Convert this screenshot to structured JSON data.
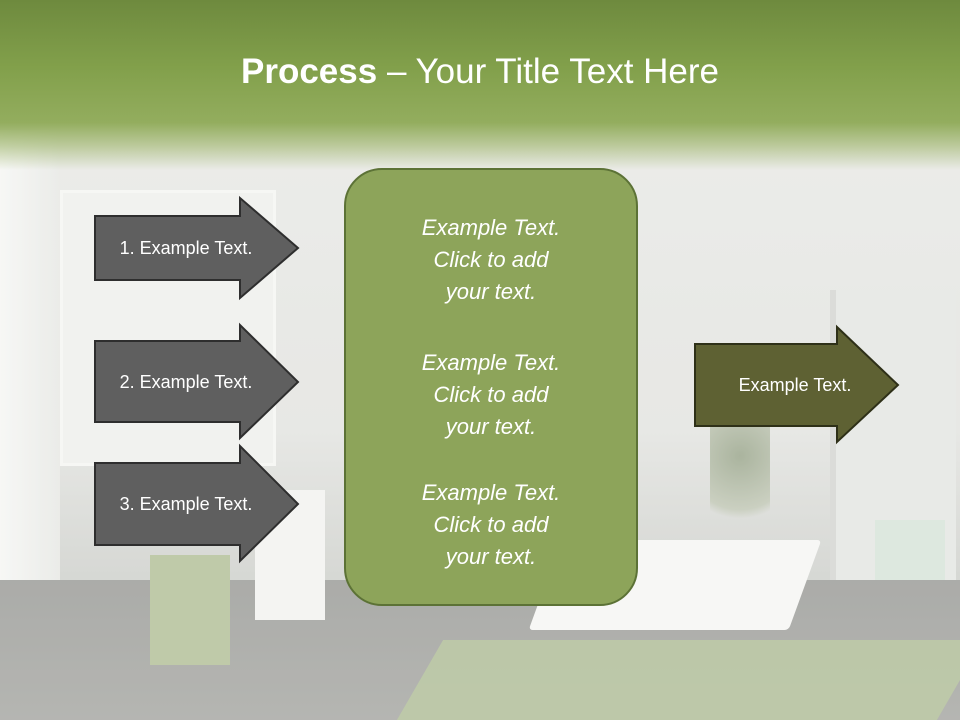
{
  "slide": {
    "title_bold": "Process",
    "title_rest": " – Your Title Text Here"
  },
  "left_arrows": [
    {
      "label": "1. Example Text."
    },
    {
      "label": "2. Example Text."
    },
    {
      "label": "3. Example Text."
    }
  ],
  "center_box": {
    "paragraphs": [
      {
        "line1": "Example Text.",
        "line2": "Click  to add",
        "line3": "your text."
      },
      {
        "line1": "Example Text.",
        "line2": "Click  to add",
        "line3": "your text."
      },
      {
        "line1": "Example Text.",
        "line2": "Click  to add",
        "line3": "your text."
      }
    ]
  },
  "right_arrow": {
    "label": "Example Text."
  },
  "colors": {
    "title_bar": "#82a04b",
    "left_arrow_fill": "#5f5f5f",
    "center_box_fill": "#8da45a",
    "right_arrow_fill": "#5e6133"
  }
}
